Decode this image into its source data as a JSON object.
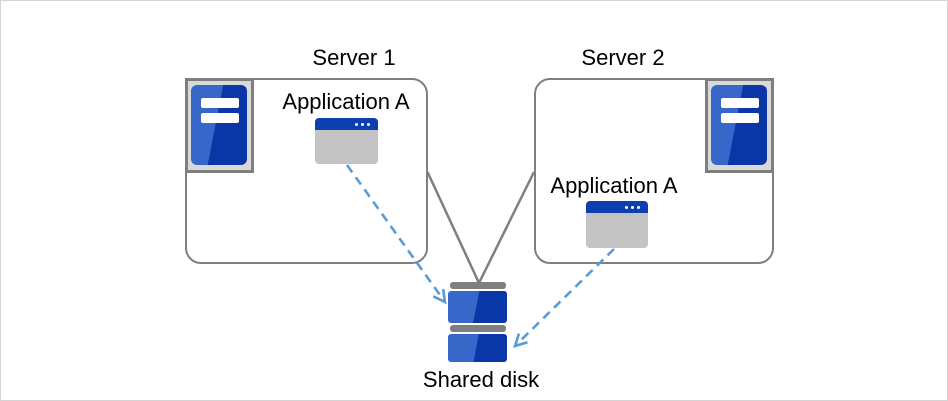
{
  "diagram": {
    "servers": [
      {
        "title": "Server 1",
        "app_label": "Application A"
      },
      {
        "title": "Server 2",
        "app_label": "Application A"
      }
    ],
    "shared_disk_label": "Shared disk",
    "icons": {
      "server1": "server-tower-icon",
      "server2": "server-tower-icon",
      "app1": "application-window-icon",
      "app2": "application-window-icon",
      "disk": "disk-stack-icon"
    },
    "colors": {
      "canvas-border": "#d4d4d4",
      "box-border": "#7f7f7f",
      "connector-line": "#7f7f7f",
      "dashed-arrow": "#5b9bd5",
      "icon-frame-fill": "#d9d9d9",
      "icon-frame-border": "#7f7f7f",
      "blue-light": "#3767c9",
      "blue-dark": "#0a36a8",
      "app-titlebar": "#0d3fae",
      "app-body": "#c3c3c3",
      "disk-cap": "#7f7f7f",
      "text": "#000000"
    }
  }
}
